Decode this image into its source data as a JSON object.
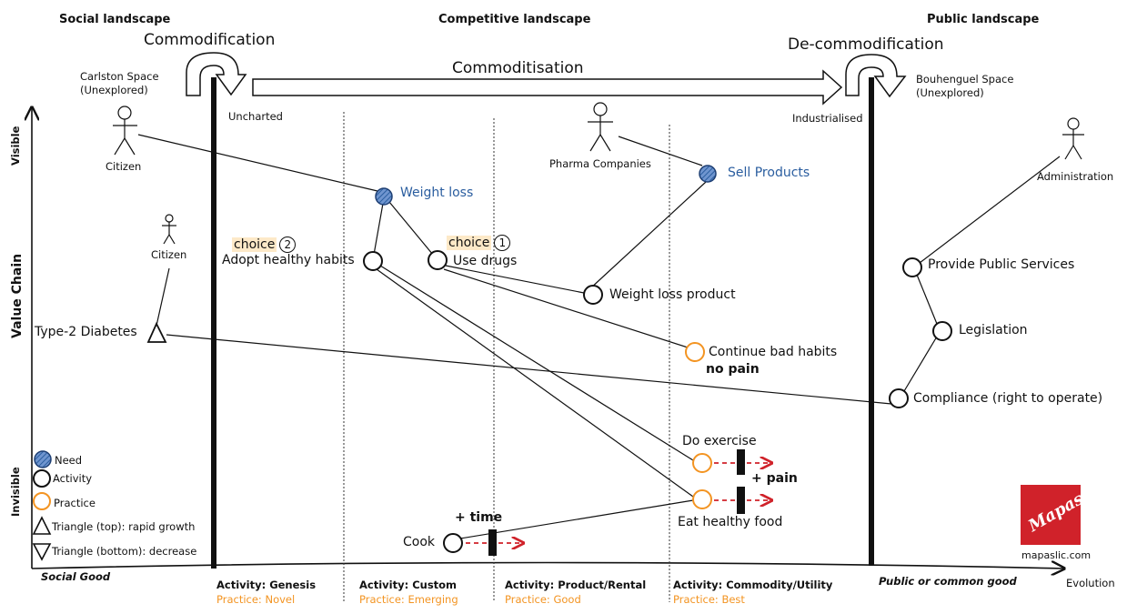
{
  "headers": {
    "social": "Social landscape",
    "competitive": "Competitive landscape",
    "public": "Public landscape"
  },
  "arrows": {
    "commodification": "Commodification",
    "commoditisation": "Commoditisation",
    "decommodification": "De-commodification"
  },
  "spaces": {
    "carlston_1": "Carlston Space",
    "carlston_2": "(Unexplored)",
    "bouhenguel_1": "Bouhenguel Space",
    "bouhenguel_2": "(Unexplored)",
    "uncharted": "Uncharted",
    "industrialised": "Industrialised"
  },
  "axis": {
    "visible": "Visible",
    "value_chain": "Value Chain",
    "invisible": "Invisible",
    "social_good": "Social Good",
    "public_good": "Public or common good",
    "evolution": "Evolution"
  },
  "actors": {
    "citizen_top": "Citizen",
    "citizen_2": "Citizen",
    "pharma": "Pharma Companies",
    "administration": "Administration"
  },
  "components": {
    "weight_loss": "Weight loss",
    "sell_products": "Sell Products",
    "choice2": "choice",
    "choice2_num": "2",
    "adopt": "Adopt healthy habits",
    "choice1": "choice",
    "choice1_num": "1",
    "use_drugs": "Use drugs",
    "weight_loss_product": "Weight loss product",
    "type2": "Type-2 Diabetes",
    "continue_bad": "Continue bad habits",
    "no_pain": "no pain",
    "provide_public": "Provide Public Services",
    "legislation": "Legislation",
    "compliance": "Compliance (right to operate)",
    "do_exercise": "Do exercise",
    "plus_pain": "+ pain",
    "eat_healthy": "Eat healthy food",
    "plus_time": "+ time",
    "cook": "Cook"
  },
  "legend": {
    "need": "Need",
    "activity": "Activity",
    "practice": "Practice",
    "triangle_top": "Triangle (top): rapid growth",
    "triangle_bottom": "Triangle (bottom): decrease"
  },
  "stages": [
    {
      "activity": "Activity:  Genesis",
      "practice": "Practice:  Novel"
    },
    {
      "activity": "Activity:  Custom",
      "practice": "Practice:  Emerging"
    },
    {
      "activity": "Activity:  Product/Rental",
      "practice": "Practice:  Good"
    },
    {
      "activity": "Activity:  Commodity/Utility",
      "practice": "Practice:  Best"
    }
  ],
  "logo": {
    "text": "Mapas",
    "url": "mapaslic.com"
  },
  "colors": {
    "need": "#2a5d9f",
    "practice": "#f39422",
    "inertia": "#d0222a",
    "logo": "#d0222a"
  }
}
